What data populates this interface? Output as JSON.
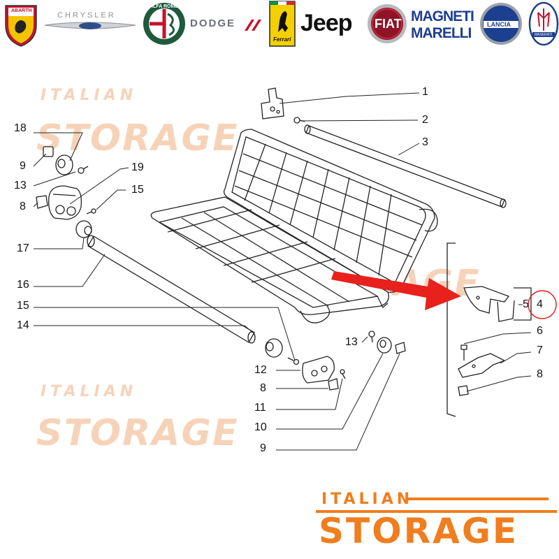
{
  "brands": [
    {
      "name": "ABARTH"
    },
    {
      "name": "CHRYSLER"
    },
    {
      "name": "ALFA ROMEO"
    },
    {
      "name": "DODGE"
    },
    {
      "name": "Ferrari"
    },
    {
      "name": "Jeep"
    },
    {
      "name": "FIAT"
    },
    {
      "name": "MAGNETI",
      "name2": "MARELLI"
    },
    {
      "name": "LANCIA"
    },
    {
      "name": "MASERATI"
    }
  ],
  "watermark": {
    "line1": "ITALIAN",
    "line2": "STORAGE"
  },
  "callouts": {
    "c1": "1",
    "c2": "2",
    "c3": "3",
    "c4": "4",
    "c5": "5",
    "c6": "6",
    "c7": "7",
    "c8a": "8",
    "c8b": "8",
    "c8c": "8",
    "c9a": "9",
    "c9b": "9",
    "c10": "10",
    "c11": "11",
    "c12": "12",
    "c13a": "13",
    "c13b": "13",
    "c14": "14",
    "c15a": "15",
    "c15b": "15",
    "c16": "16",
    "c17": "17",
    "c18": "18",
    "c19": "19"
  },
  "colors": {
    "arrow": "#e8211d",
    "highlight_circle": "#e8211d",
    "logo_orange": "#f07d1e",
    "watermark": "#f6d3b8"
  }
}
